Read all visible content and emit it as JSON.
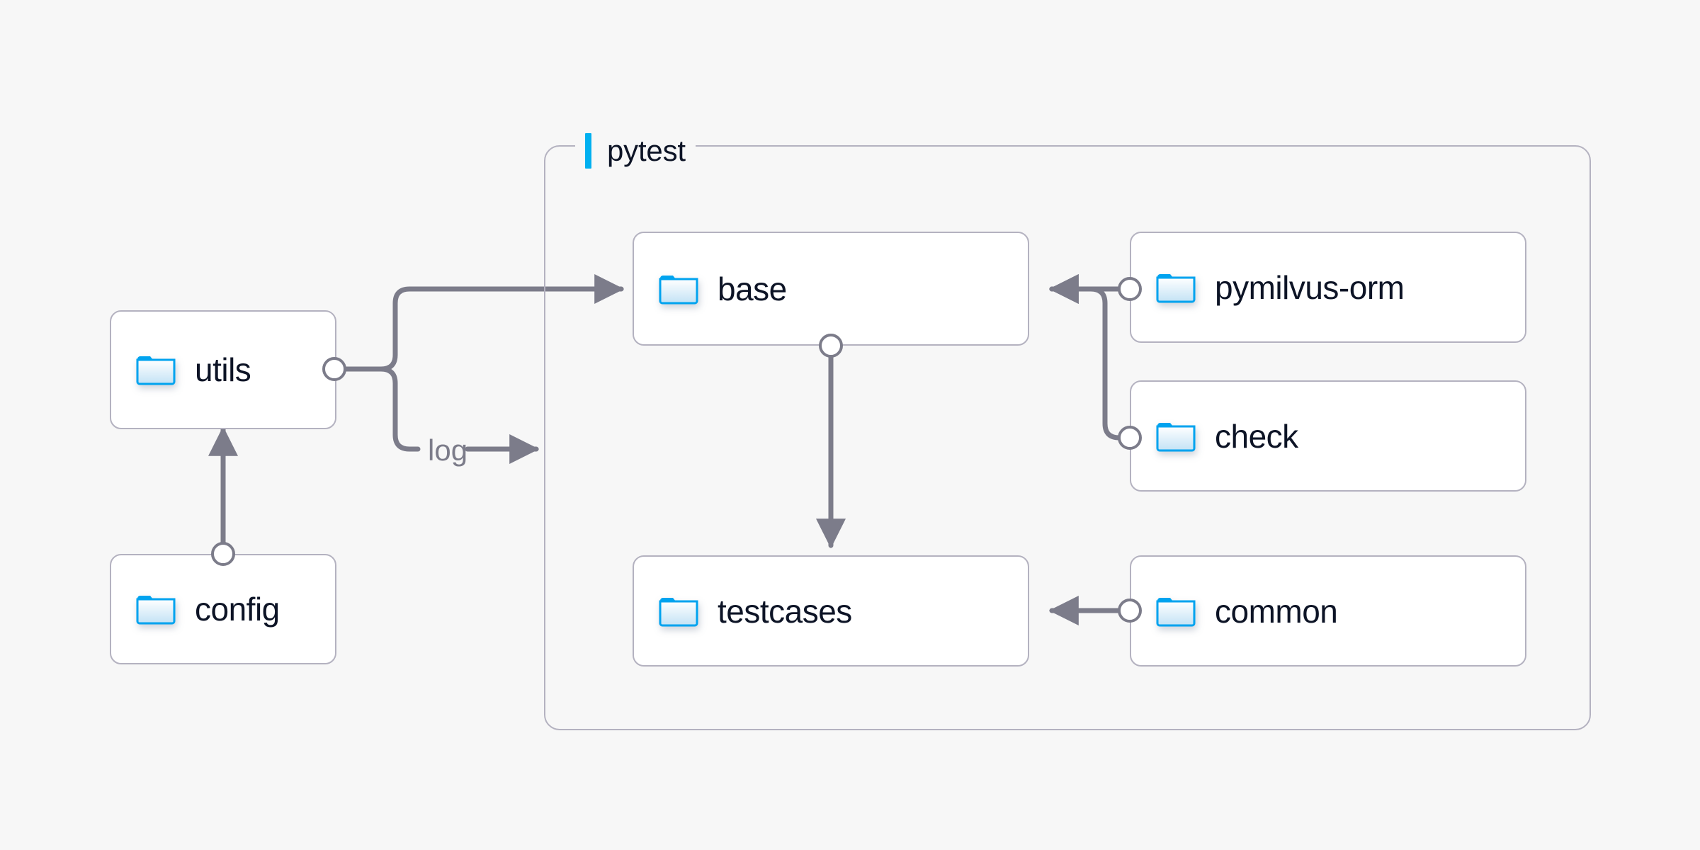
{
  "diagram": {
    "title_group": {
      "label": "pytest",
      "accent_color": "#00b0f0"
    },
    "nodes": [
      {
        "id": "utils",
        "label": "utils",
        "icon": "folder-icon"
      },
      {
        "id": "config",
        "label": "config",
        "icon": "folder-icon"
      },
      {
        "id": "base",
        "label": "base",
        "icon": "folder-icon"
      },
      {
        "id": "testcases",
        "label": "testcases",
        "icon": "folder-icon"
      },
      {
        "id": "pymilvus-orm",
        "label": "pymilvus-orm",
        "icon": "folder-icon"
      },
      {
        "id": "check",
        "label": "check",
        "icon": "folder-icon"
      },
      {
        "id": "common",
        "label": "common",
        "icon": "folder-icon"
      }
    ],
    "edge_labels": [
      {
        "id": "log",
        "text": "log"
      }
    ],
    "colors": {
      "background": "#f7f7f7",
      "card_fill": "#ffffff",
      "card_border": "#b4b2c0",
      "edge": "#7c7c8a",
      "text": "#0d1426",
      "folder_outline": "#00a3ef",
      "accent": "#00b0f0"
    }
  }
}
